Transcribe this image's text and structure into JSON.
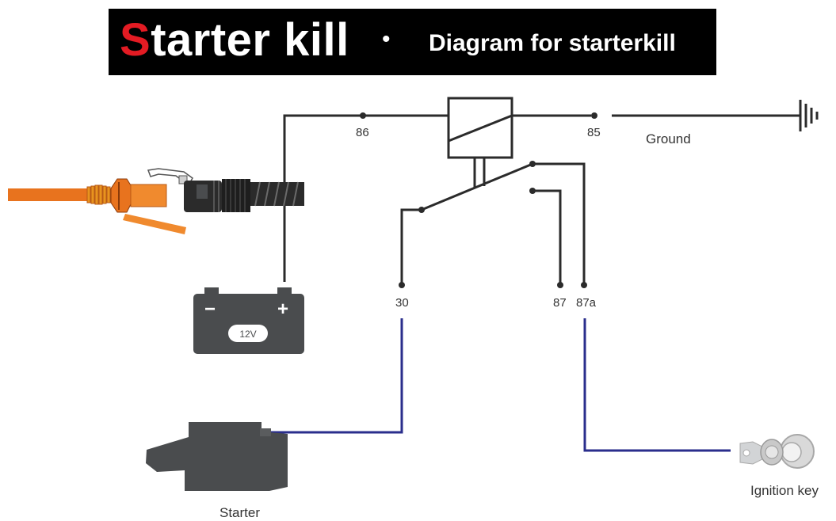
{
  "header": {
    "title_first_letter": "S",
    "title_rest": "tarter kill",
    "bullet": "•",
    "subtitle": "Diagram for starterkill"
  },
  "terminals": {
    "t86": "86",
    "t85": "85",
    "t30": "30",
    "t87": "87",
    "t87a": "87a"
  },
  "labels": {
    "ground": "Ground",
    "battery_voltage": "12V",
    "battery_minus": "−",
    "battery_plus": "+",
    "starter": "Starter",
    "ignition_key": "Ignition key"
  },
  "colors": {
    "banner_bg": "#000000",
    "title_accent": "#e31b23",
    "wire_black": "#2b2b2b",
    "wire_blue": "#2a2e8c",
    "connector_orange": "#e8731e",
    "component_gray": "#4a4c4e"
  },
  "icons": [
    "power-connector-icon",
    "battery-icon",
    "relay-icon",
    "ground-symbol-icon",
    "starter-motor-icon",
    "ignition-key-icon"
  ]
}
